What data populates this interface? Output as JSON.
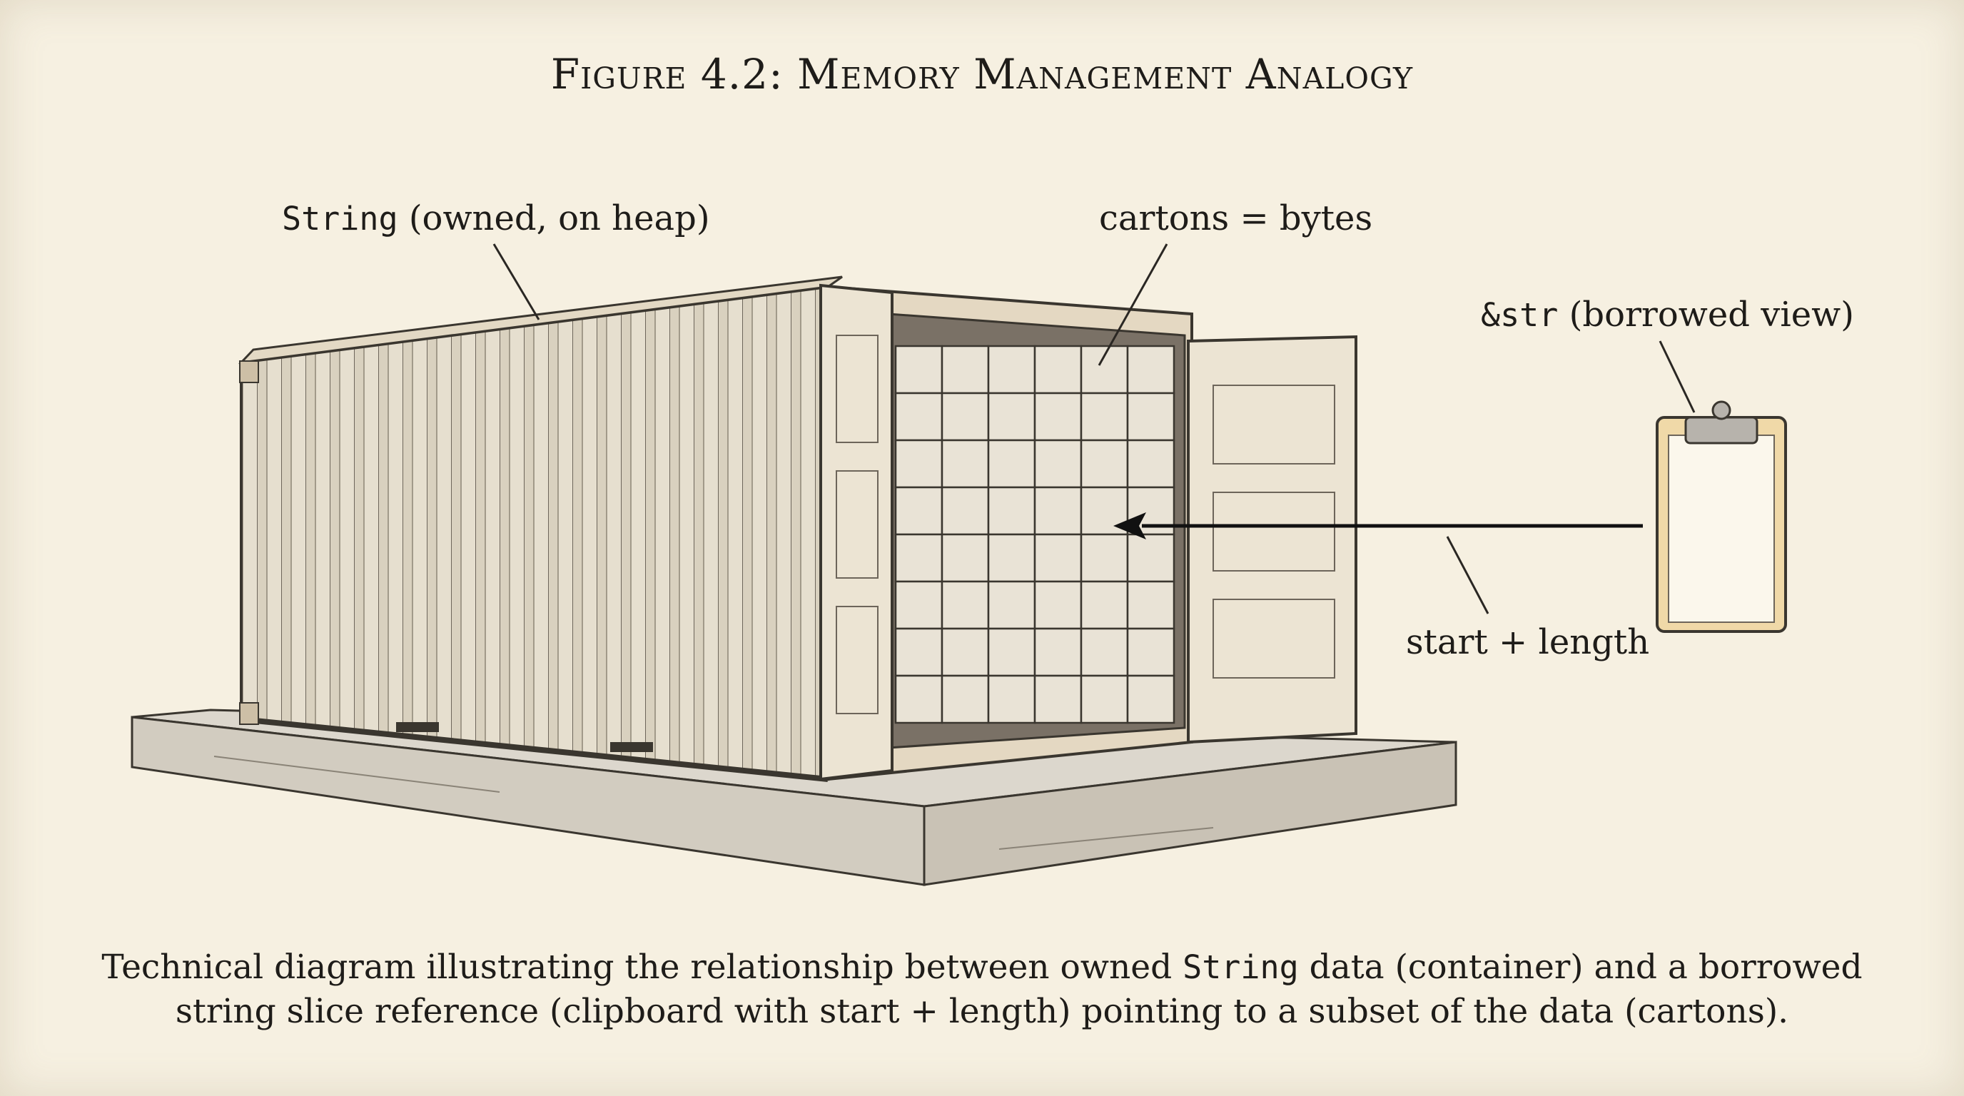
{
  "figure": {
    "title": "Figure 4.2: Memory Management Analogy"
  },
  "labels": {
    "string_code": "String",
    "string_rest": " (owned, on heap)",
    "cartons": "cartons = bytes",
    "str_code": "&str",
    "str_rest": " (borrowed view)",
    "start_length": "start + length"
  },
  "caption": {
    "line1_pre": "Technical diagram illustrating the relationship between owned ",
    "line1_code": "String",
    "line1_post": " data (container) and a borrowed",
    "line2": "string slice reference (clipboard with start + length) pointing to a subset of the data (cartons)."
  },
  "colors": {
    "paper": "#f6f0e1",
    "ink": "#1e1c19",
    "clipboard": "#f0d9a8"
  }
}
